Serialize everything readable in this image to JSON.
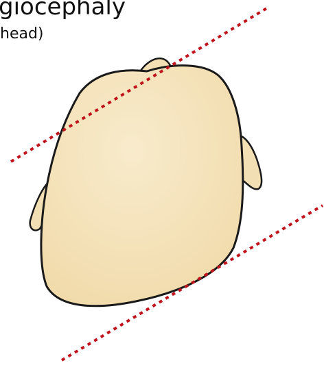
{
  "diagram": {
    "title": "giocephaly",
    "subtitle": "head)",
    "colors": {
      "skin": "#f3dfb4",
      "skin_highlight": "#f7e9c8",
      "outline": "#1a1a1a",
      "guide_line": "#c0141c",
      "text": "#111111"
    },
    "icons": {
      "head": "infant-head-top-view-icon",
      "guide": "dashed-parallel-guide-line"
    }
  }
}
